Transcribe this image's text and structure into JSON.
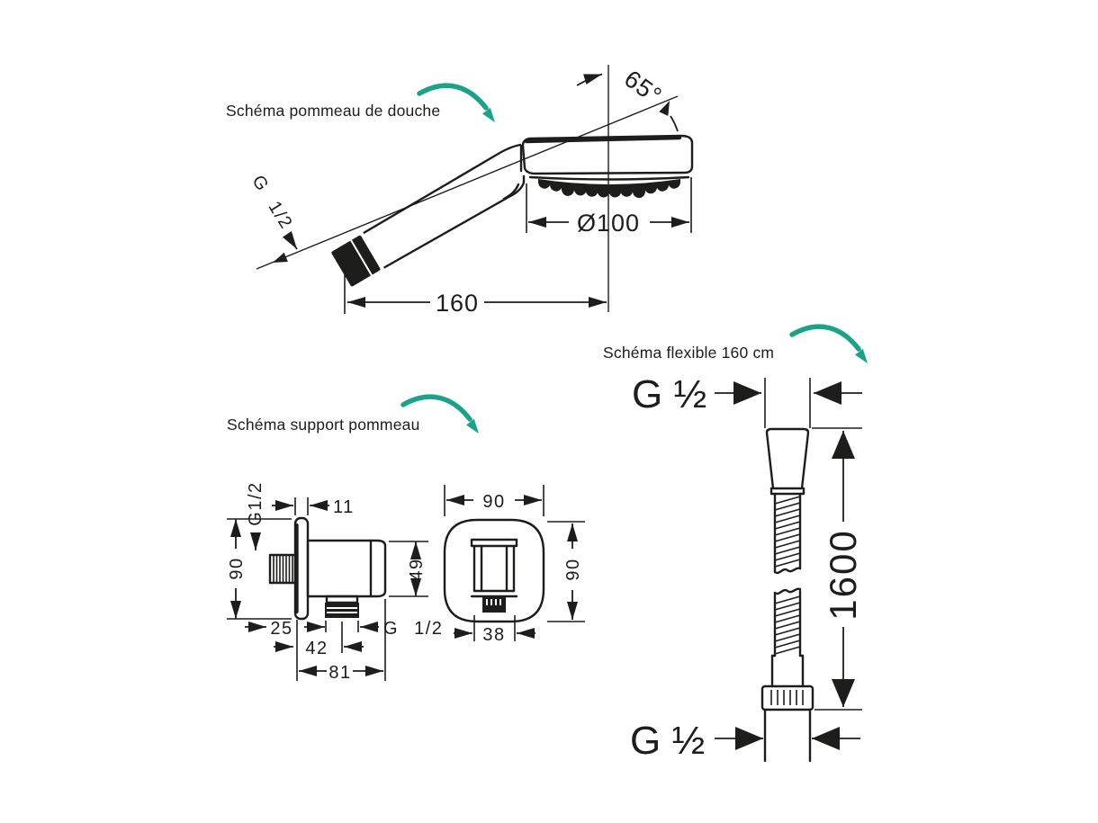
{
  "colors": {
    "line": "#1d1d1b",
    "accent_arrow": "#1ba287",
    "background": "#ffffff"
  },
  "diagrams": {
    "pommeau": {
      "label": "Schéma pommeau de douche",
      "dims": {
        "angle": "65°",
        "diameter": "Ø100",
        "length": "160",
        "thread": "G 1/2"
      }
    },
    "support": {
      "label": "Schéma support pommeau",
      "side": {
        "thread_inlet": "G1/2",
        "plate_thickness": "11",
        "height": "90",
        "body_height": "49",
        "offset_wall": "25",
        "offset_outlet": "42",
        "depth": "81",
        "thread_outlet": "G 1/2"
      },
      "front": {
        "width": "90",
        "height": "90",
        "holder_width": "38"
      }
    },
    "flexible": {
      "label": "Schéma flexible 160 cm",
      "dims": {
        "thread_top": "G ½",
        "length": "1600",
        "thread_bottom": "G ½"
      }
    }
  }
}
